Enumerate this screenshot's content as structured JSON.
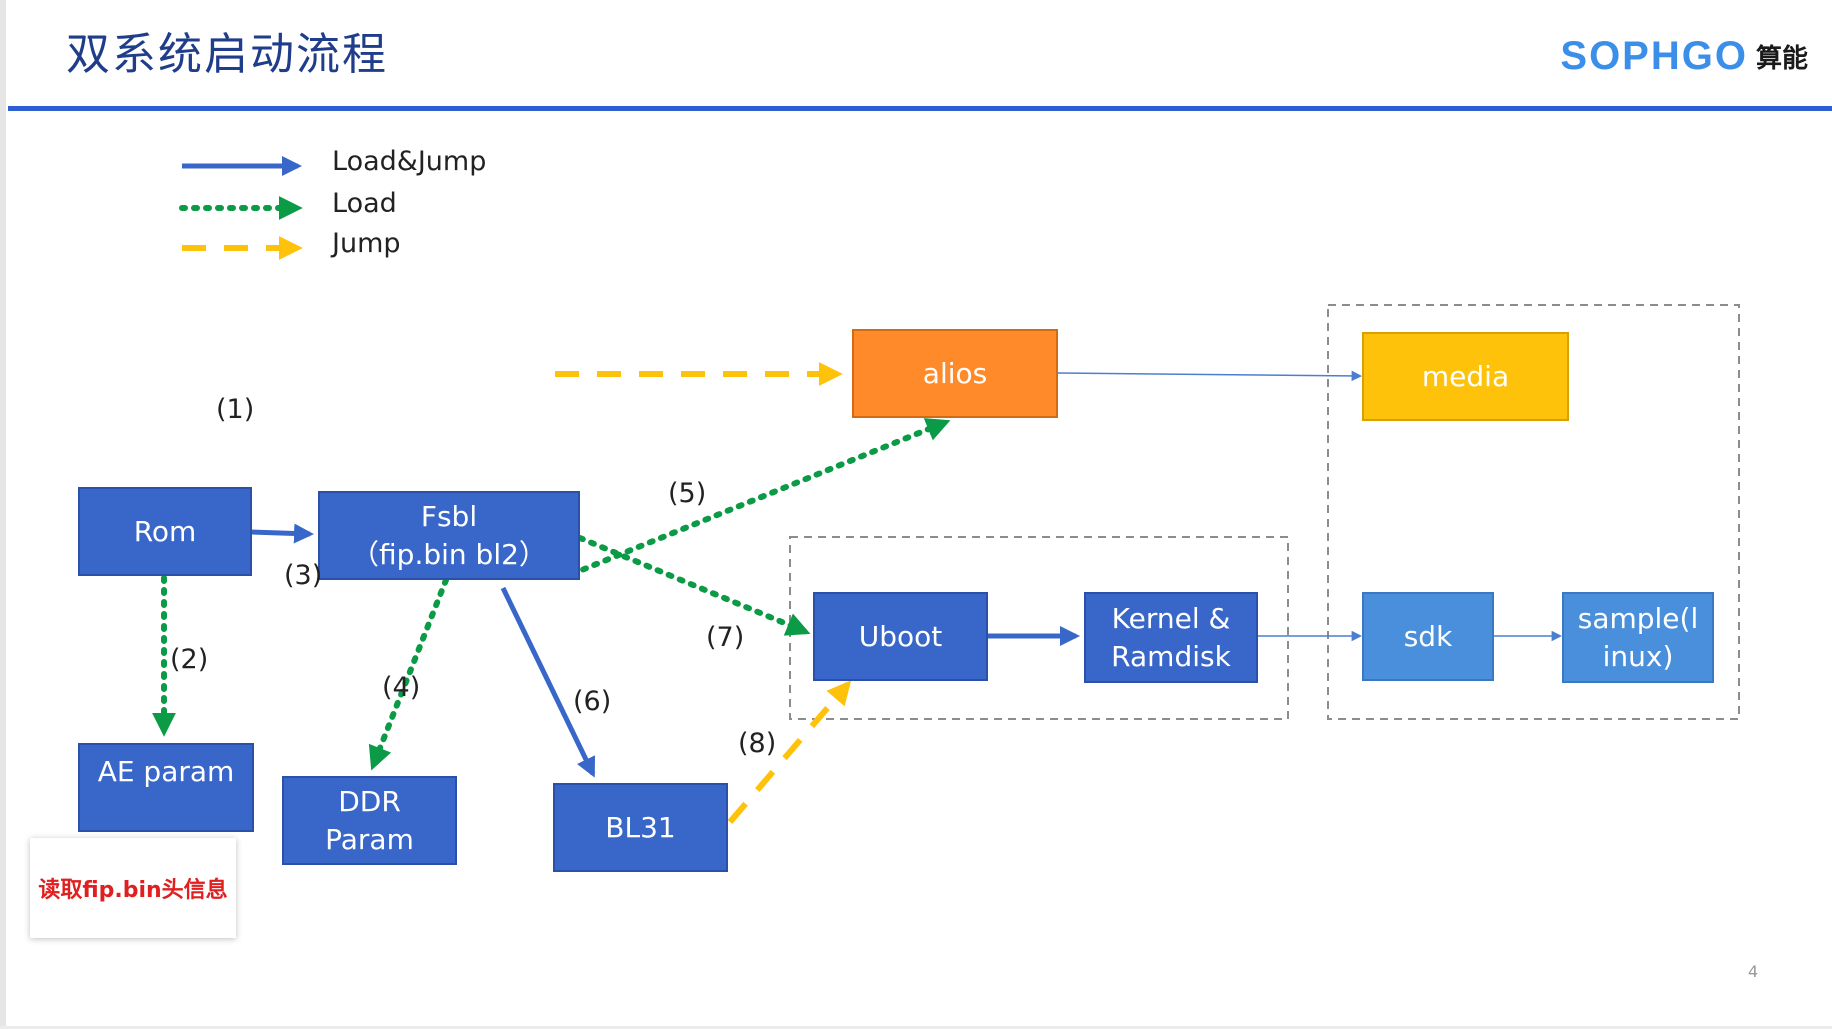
{
  "slide": {
    "title": "双系统启动流程",
    "page_number": "4"
  },
  "logo": {
    "word": "SOPHGO",
    "cn": "算能",
    "color": "#3b8fe8"
  },
  "legend": [
    {
      "label": "Load&Jump",
      "style": "solid",
      "color": "#3867c9"
    },
    {
      "label": "Load",
      "style": "dotted",
      "color": "#0b9a46"
    },
    {
      "label": "Jump",
      "style": "dashed",
      "color": "#ffc20a"
    }
  ],
  "nodes": {
    "rom": {
      "lines": [
        "Rom"
      ]
    },
    "fsbl": {
      "lines": [
        "Fsbl",
        "（fip.bin  bl2）"
      ]
    },
    "ae_param": {
      "lines": [
        "AE  param"
      ]
    },
    "ddr_param": {
      "lines": [
        "DDR",
        "Param"
      ]
    },
    "bl31": {
      "lines": [
        "BL31"
      ]
    },
    "alios": {
      "lines": [
        "alios"
      ]
    },
    "media": {
      "lines": [
        "media"
      ]
    },
    "uboot": {
      "lines": [
        "Uboot"
      ]
    },
    "kernel": {
      "lines": [
        "Kernel &",
        "Ramdisk"
      ]
    },
    "sdk": {
      "lines": [
        "sdk"
      ]
    },
    "sample": {
      "lines": [
        "sample(l",
        "inux)"
      ]
    }
  },
  "step_labels": [
    "(1)",
    "(2)",
    "(3)",
    "(4)",
    "(5)",
    "(6)",
    "(7)",
    "(8)"
  ],
  "note": "读取fip.bin头信息",
  "colors": {
    "blue": "#3867c9",
    "light_blue": "#4a8fdc",
    "orange": "#ff8a2a",
    "yellow": "#ffc20a",
    "green": "#0b9a46",
    "header_rule": "#2e5fd1"
  }
}
